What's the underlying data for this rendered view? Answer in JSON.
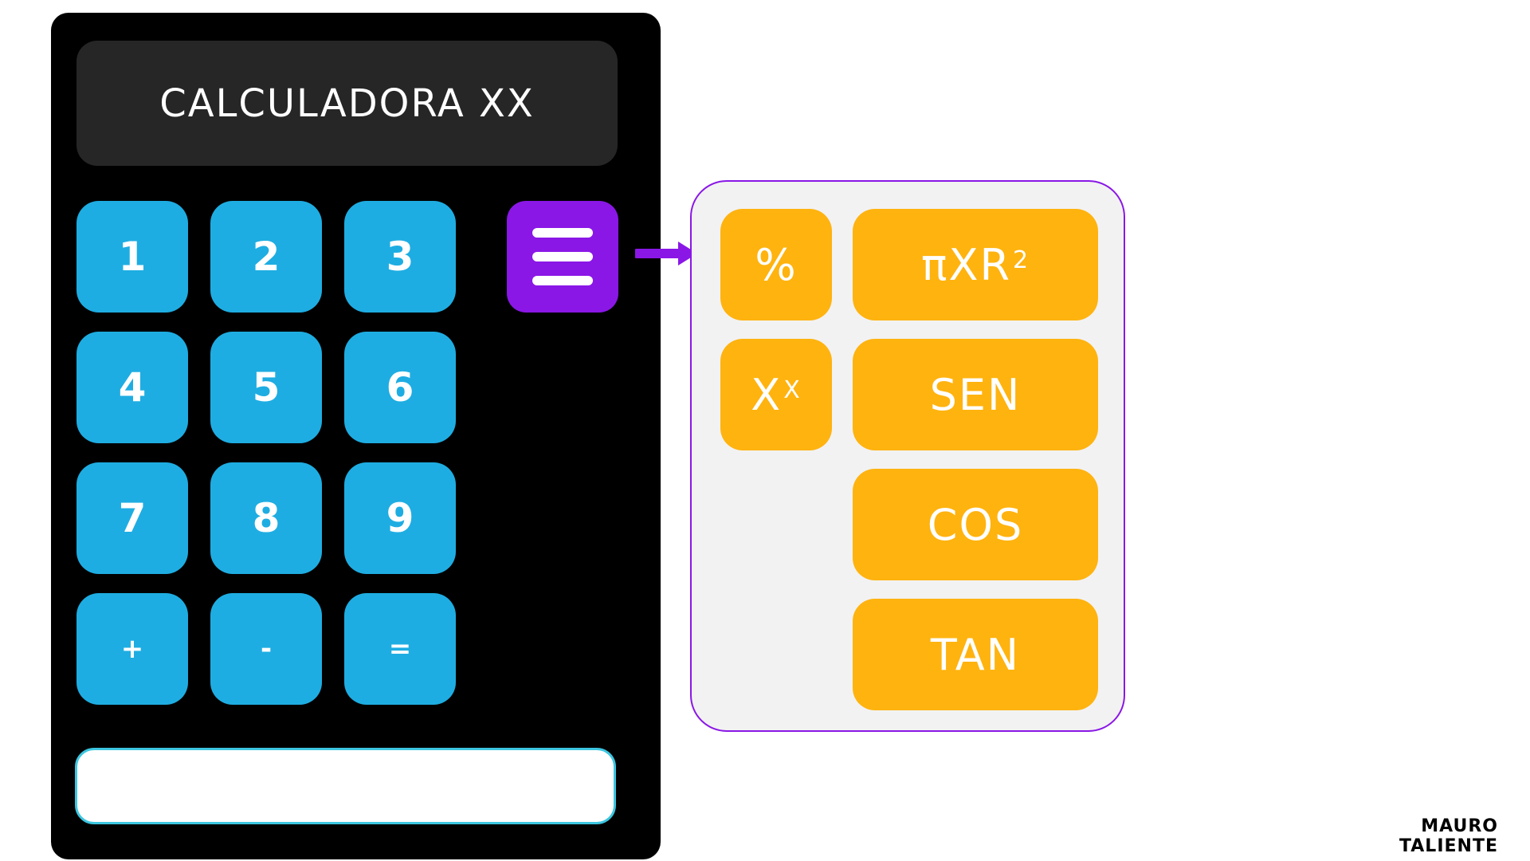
{
  "calculator": {
    "title": "CALCULADORA XX",
    "result_value": "",
    "keys": [
      "1",
      "2",
      "3",
      "4",
      "5",
      "6",
      "7",
      "8",
      "9",
      "+",
      "-",
      "="
    ],
    "menu_icon": "hamburger-menu-icon"
  },
  "functions_panel": {
    "percent": "%",
    "power_base": "X",
    "power_exp": "X",
    "circle_area_base": "πXR",
    "circle_area_exp": "2",
    "sin": "SEN",
    "cos": "COS",
    "tan": "TAN"
  },
  "author": "MAURO TALIENTE",
  "colors": {
    "calculator_body": "#000000",
    "display_bg": "#262626",
    "number_key": "#1eade2",
    "menu_button": "#8a17e6",
    "function_key": "#ffb30f",
    "panel_bg": "#f2f2f2",
    "panel_border": "#8a17e6",
    "result_border": "#3cc6e0"
  }
}
